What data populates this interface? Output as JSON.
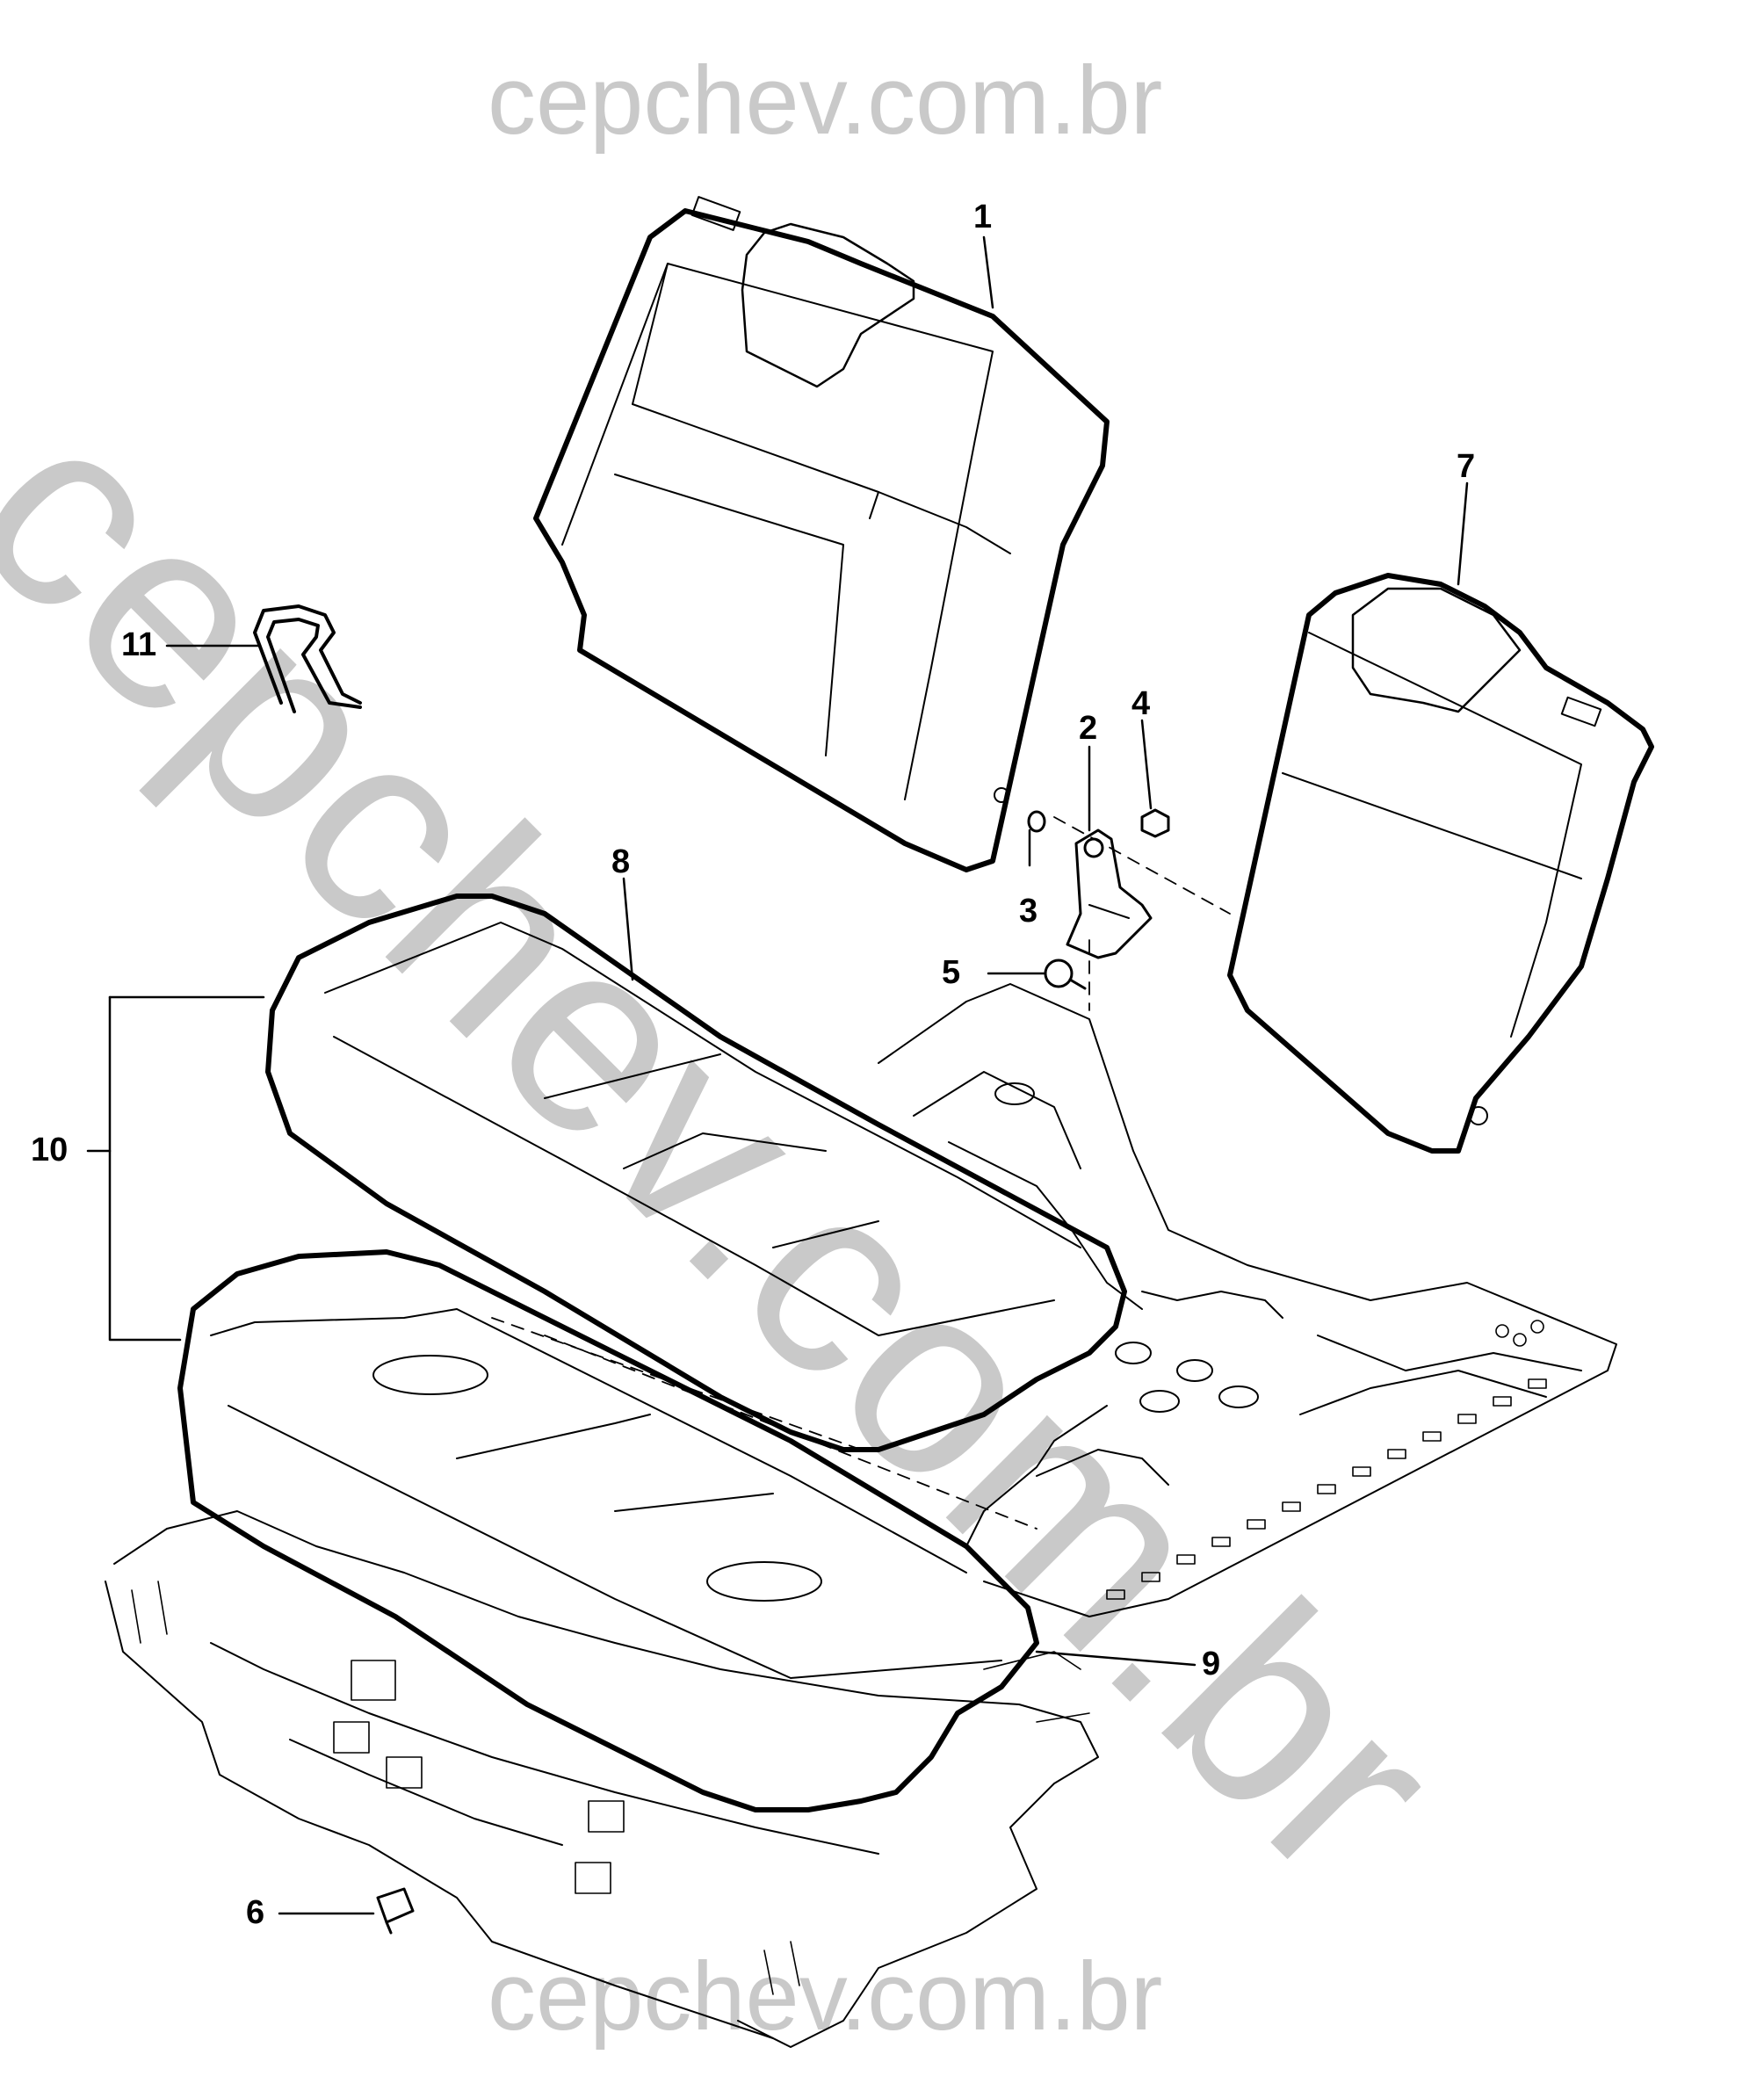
{
  "watermark": {
    "top": "cepchev.com.br",
    "diagonal": "cepchev.com.br",
    "bottom": "cepchev.com.br"
  },
  "callouts": {
    "c1": "1",
    "c2": "2",
    "c3": "3",
    "c4": "4",
    "c5": "5",
    "c6": "6",
    "c7": "7",
    "c8": "8",
    "c9": "9",
    "c10": "10",
    "c11": "11"
  }
}
